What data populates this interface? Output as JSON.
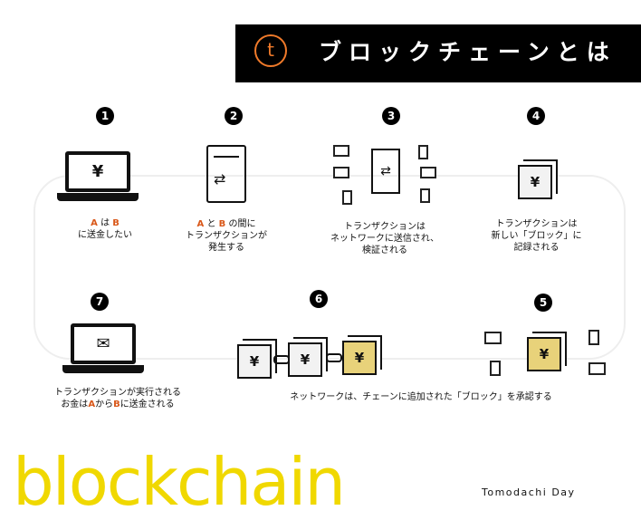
{
  "header": {
    "title": "ブロックチェーンとは",
    "logo_letter": "t"
  },
  "steps": [
    {
      "num": "1",
      "a": "A",
      "mid": "は",
      "b": "B",
      "line2": "に送金したい"
    },
    {
      "num": "2",
      "a": "A",
      "mid": "と",
      "b": "B",
      "tail": "の間に",
      "line2": "トランザクションが",
      "line3": "発生する"
    },
    {
      "num": "3",
      "line1": "トランザクションは",
      "line2": "ネットワークに送信され、",
      "line3": "検証される"
    },
    {
      "num": "4",
      "line1": "トランザクションは",
      "line2": "新しい「ブロック」に",
      "line3": "記録される"
    },
    {
      "num": "5"
    },
    {
      "num": "6",
      "line1": "ネットワークは、チェーンに追加された「ブロック」を承認する"
    },
    {
      "num": "7",
      "line1": "トランザクションが実行される",
      "pre": "お金は",
      "a": "A",
      "mid": "から",
      "b": "B",
      "tail": "に送金される"
    }
  ],
  "yen": "¥",
  "brand": "blockchain",
  "footer": "Tomodachi Day",
  "colors": {
    "accent": "#d9581a",
    "brand": "#f0d800",
    "block_gold": "#e8d27a"
  }
}
